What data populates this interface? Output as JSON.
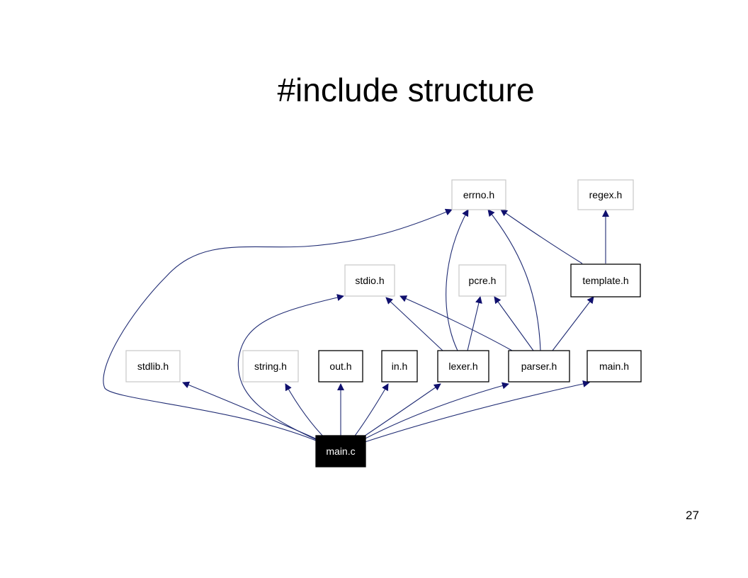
{
  "slide": {
    "title": "#include structure",
    "page_number": "27"
  },
  "colors": {
    "edge": "#1f2b73",
    "arrowhead": "#10106e",
    "system_header_border": "#c8c8c8",
    "project_header_border": "#000000",
    "source_file_fill": "#000000",
    "source_file_text": "#ffffff"
  },
  "diagram": {
    "nodes": {
      "errno_h": "errno.h",
      "regex_h": "regex.h",
      "stdio_h": "stdio.h",
      "pcre_h": "pcre.h",
      "template_h": "template.h",
      "stdlib_h": "stdlib.h",
      "string_h": "string.h",
      "out_h": "out.h",
      "in_h": "in.h",
      "lexer_h": "lexer.h",
      "parser_h": "parser.h",
      "main_h": "main.h",
      "main_c": "main.c"
    },
    "edges": [
      [
        "main.c",
        "stdlib.h"
      ],
      [
        "main.c",
        "string.h"
      ],
      [
        "main.c",
        "out.h"
      ],
      [
        "main.c",
        "in.h"
      ],
      [
        "main.c",
        "lexer.h"
      ],
      [
        "main.c",
        "parser.h"
      ],
      [
        "main.c",
        "main.h"
      ],
      [
        "main.c",
        "errno.h"
      ],
      [
        "main.c",
        "stdio.h"
      ],
      [
        "lexer.h",
        "errno.h"
      ],
      [
        "lexer.h",
        "stdio.h"
      ],
      [
        "lexer.h",
        "pcre.h"
      ],
      [
        "parser.h",
        "errno.h"
      ],
      [
        "parser.h",
        "stdio.h"
      ],
      [
        "parser.h",
        "pcre.h"
      ],
      [
        "parser.h",
        "template.h"
      ],
      [
        "template.h",
        "errno.h"
      ],
      [
        "template.h",
        "regex.h"
      ]
    ]
  }
}
